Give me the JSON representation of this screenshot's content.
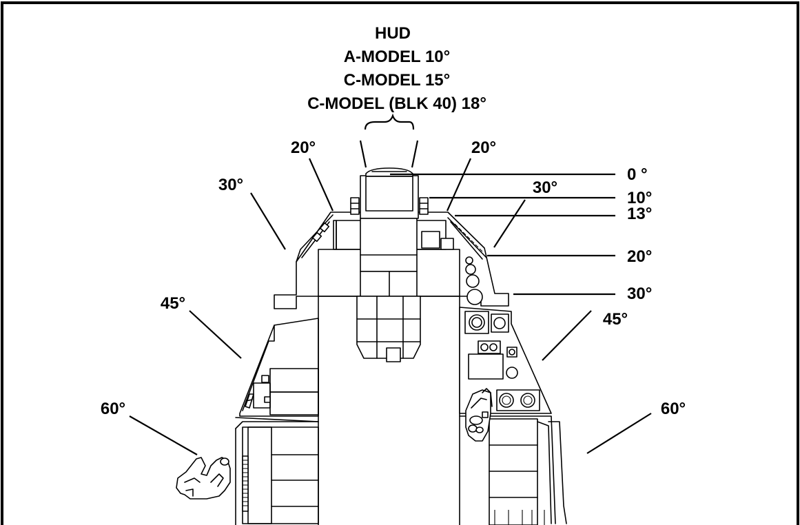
{
  "hud": {
    "title": "HUD",
    "lines": [
      "A-MODEL 10°",
      "C-MODEL 15°",
      "C-MODEL (BLK 40) 18°"
    ]
  },
  "angle_labels": {
    "left_20": "20°",
    "right_20": "20°",
    "left_30": "30°",
    "right_30": "30°",
    "left_45": "45°",
    "right_45": "45°",
    "left_60": "60°",
    "right_60": "60°"
  },
  "scale_labels": {
    "deg_0": "0 °",
    "deg_10": "10°",
    "deg_13": "13°",
    "deg_20": "20°",
    "deg_30": "30°"
  }
}
